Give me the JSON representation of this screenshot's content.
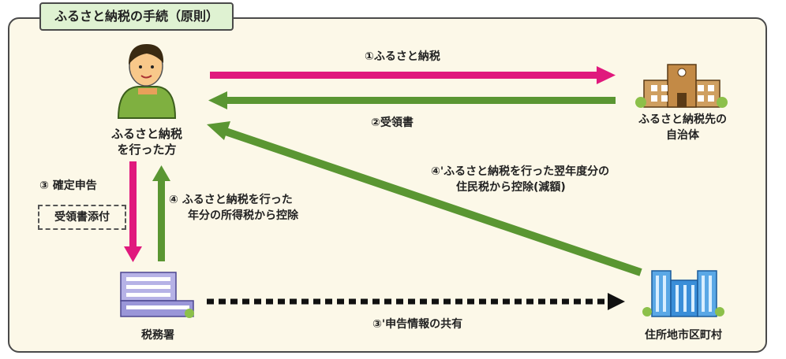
{
  "title": "ふるさと納税の手続（原則）",
  "nodes": {
    "donor": [
      "ふるさと納税",
      "を行った方"
    ],
    "municipality": [
      "ふるさと納税先の",
      "自治体"
    ],
    "tax_office": "税務署",
    "local_gov": "住所地市区町村"
  },
  "steps": {
    "s1": "①ふるさと納税",
    "s2": "②受領書",
    "s3": "③ 確定申告",
    "s3_attach": "受領書添付",
    "s4": [
      "④ ふるさと納税を行った",
      "年分の所得税から控除"
    ],
    "s4p": [
      "④'ふるさと納税を行った翌年度分の",
      "住民税から控除(減額)"
    ],
    "s3p": "③'申告情報の共有"
  },
  "colors": {
    "magenta": "#e0197d",
    "green": "#5a9632",
    "panel_bg": "#fcf8e8",
    "title_bg": "#dff2d2"
  }
}
